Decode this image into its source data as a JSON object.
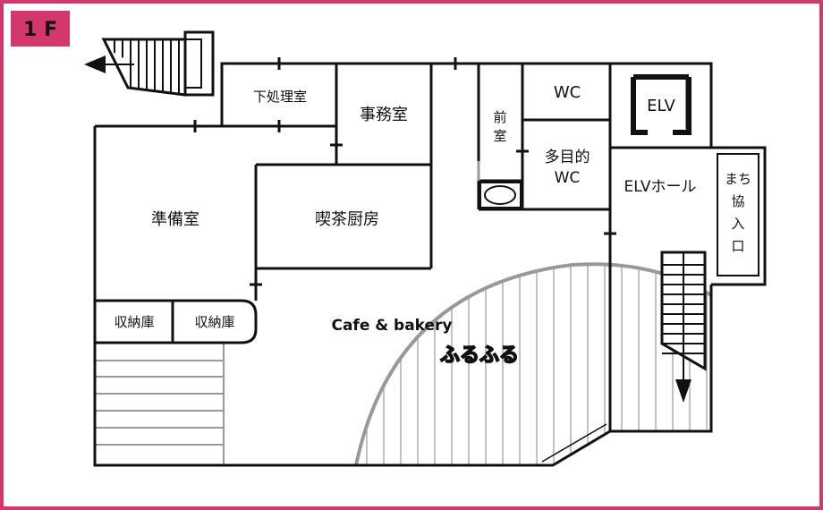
{
  "floor": {
    "label": "1 F",
    "frame_color": "#d2386c",
    "badge_color": "#d2386c"
  },
  "rooms": {
    "shitashori": "下処理室",
    "jimushitsu": "事務室",
    "zenshitsu_1": "前",
    "zenshitsu_2": "室",
    "wc": "WC",
    "elv": "ELV",
    "tamokuteki_1": "多目的",
    "tamokuteki_2": "WC",
    "elv_hall": "ELVホール",
    "machi_1": "まち",
    "machi_2": "協",
    "machi_3": "入",
    "machi_4": "口",
    "junbi": "準備室",
    "kissa": "喫茶厨房",
    "shuno_1": "収納庫",
    "shuno_2": "収納庫",
    "cafe_name": "Cafe & bakery",
    "cafe_sub": "ふるふる"
  },
  "icons": [
    "staircase-icon",
    "arrow-left-icon",
    "arrow-down-icon",
    "toilet-icon"
  ],
  "colors": {
    "wall": "#111111",
    "accent": "#d2386c",
    "curve": "#999999",
    "hatch": "#999999"
  }
}
